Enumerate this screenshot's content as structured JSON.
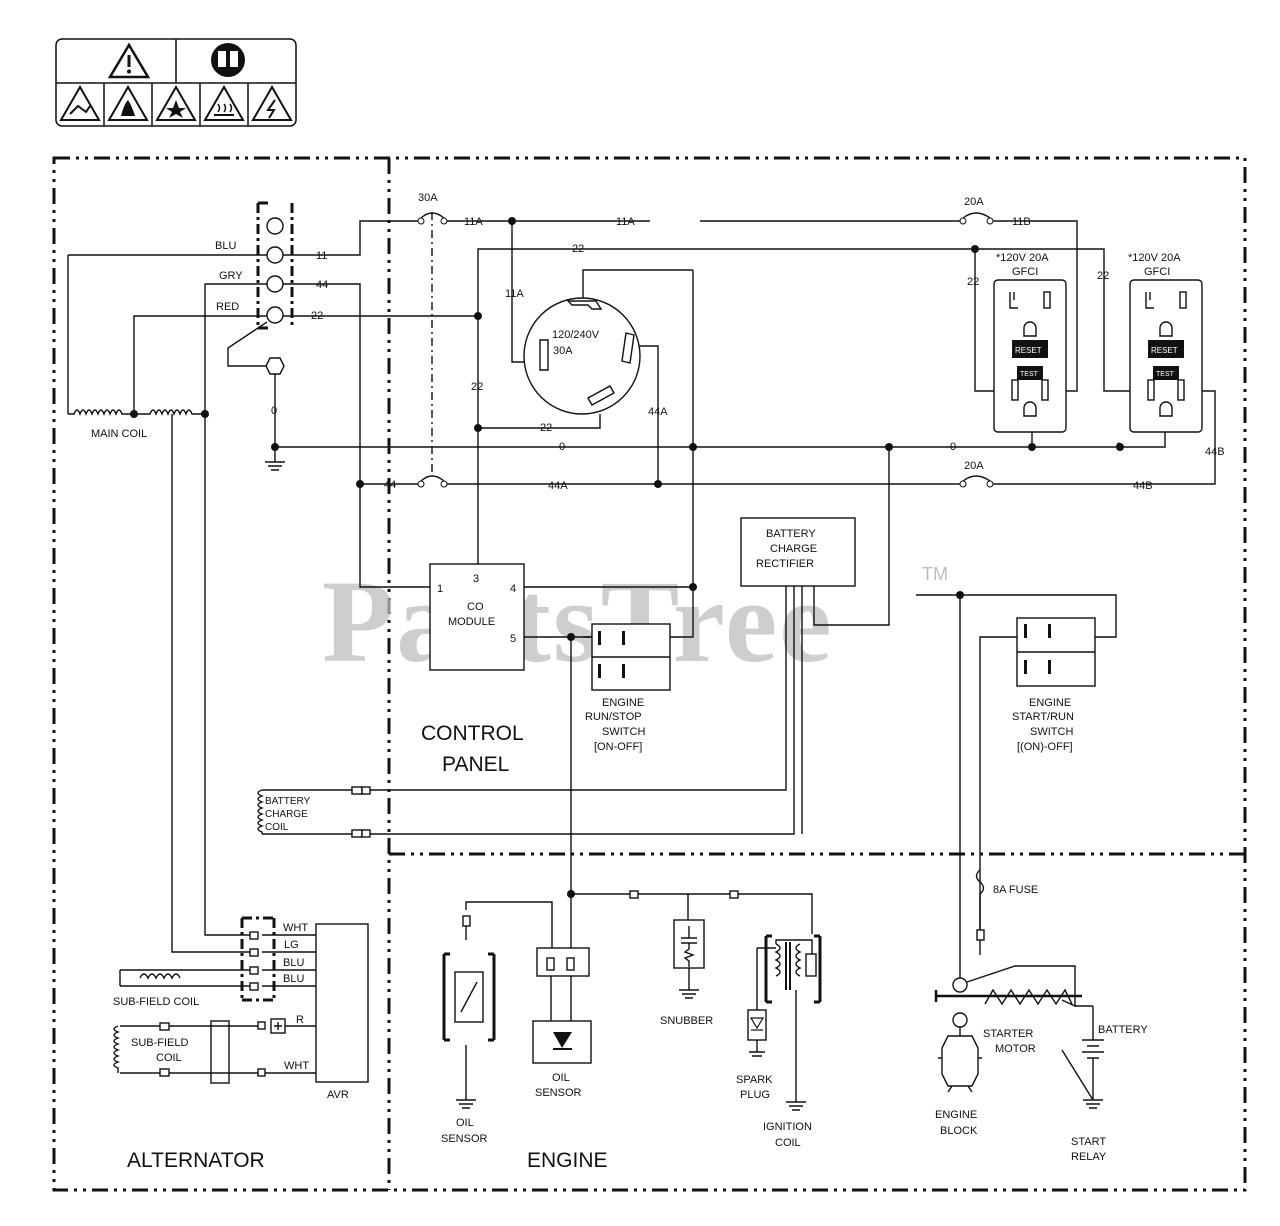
{
  "diagram": {
    "sections": {
      "alternator": "ALTERNATOR",
      "control_panel_line1": "CONTROL",
      "control_panel_line2": "PANEL",
      "engine": "ENGINE"
    },
    "watermark": {
      "text": "PartsTree",
      "trademark": "TM"
    },
    "alternator": {
      "wire_blu": "BLU",
      "wire_gry": "GRY",
      "wire_red": "RED",
      "main_coil": "MAIN COIL",
      "ground_0": "0",
      "sub_field_coil_top": "SUB-FIELD COIL",
      "sub_field_coil_line1": "SUB-FIELD",
      "sub_field_coil_line2": "COIL",
      "avr_wht_top": "WHT",
      "avr_lg": "LG",
      "avr_blu1": "BLU",
      "avr_blu2": "BLU",
      "avr_r": "R",
      "avr_wht_bottom": "WHT",
      "avr": "AVR",
      "battery_charge_coil_line1": "BATTERY",
      "battery_charge_coil_line2": "CHARGE",
      "battery_charge_coil_line3": "COIL"
    },
    "wires": {
      "w11": "11",
      "w44": "44",
      "w22": "22",
      "w11A": "11A",
      "w11B": "11B",
      "w44A": "44A",
      "w44B": "44B",
      "w0": "0",
      "breaker_30a": "30A",
      "breaker_20a": "20A"
    },
    "receptacle": {
      "line1": "120/240V",
      "line2": "30A"
    },
    "gfci": {
      "line1": "*120V 20A",
      "line2": "GFCI",
      "reset": "RESET",
      "test": "TEST"
    },
    "control": {
      "rectifier_line1": "BATTERY",
      "rectifier_line2": "CHARGE",
      "rectifier_line3": "RECTIFIER",
      "co_module_line1": "CO",
      "co_module_line2": "MODULE",
      "pin1": "1",
      "pin3": "3",
      "pin4": "4",
      "pin5": "5",
      "run_stop_line1": "ENGINE",
      "run_stop_line2": "RUN/STOP",
      "run_stop_line3": "SWITCH",
      "run_stop_line4": "[ON-OFF]",
      "start_run_line1": "ENGINE",
      "start_run_line2": "START/RUN",
      "start_run_line3": "SWITCH",
      "start_run_line4": "[(ON)-OFF]"
    },
    "engine": {
      "oil_sensor_a_line1": "OIL",
      "oil_sensor_a_line2": "SENSOR",
      "oil_sensor_b_line1": "OIL",
      "oil_sensor_b_line2": "SENSOR",
      "snubber": "SNUBBER",
      "spark_plug_line1": "SPARK",
      "spark_plug_line2": "PLUG",
      "ignition_coil_line1": "IGNITION",
      "ignition_coil_line2": "COIL",
      "fuse": "8A FUSE",
      "starter_motor_line1": "STARTER",
      "starter_motor_line2": "MOTOR",
      "battery": "BATTERY",
      "engine_block_line1": "ENGINE",
      "engine_block_line2": "BLOCK",
      "start_relay_line1": "START",
      "start_relay_line2": "RELAY"
    }
  }
}
